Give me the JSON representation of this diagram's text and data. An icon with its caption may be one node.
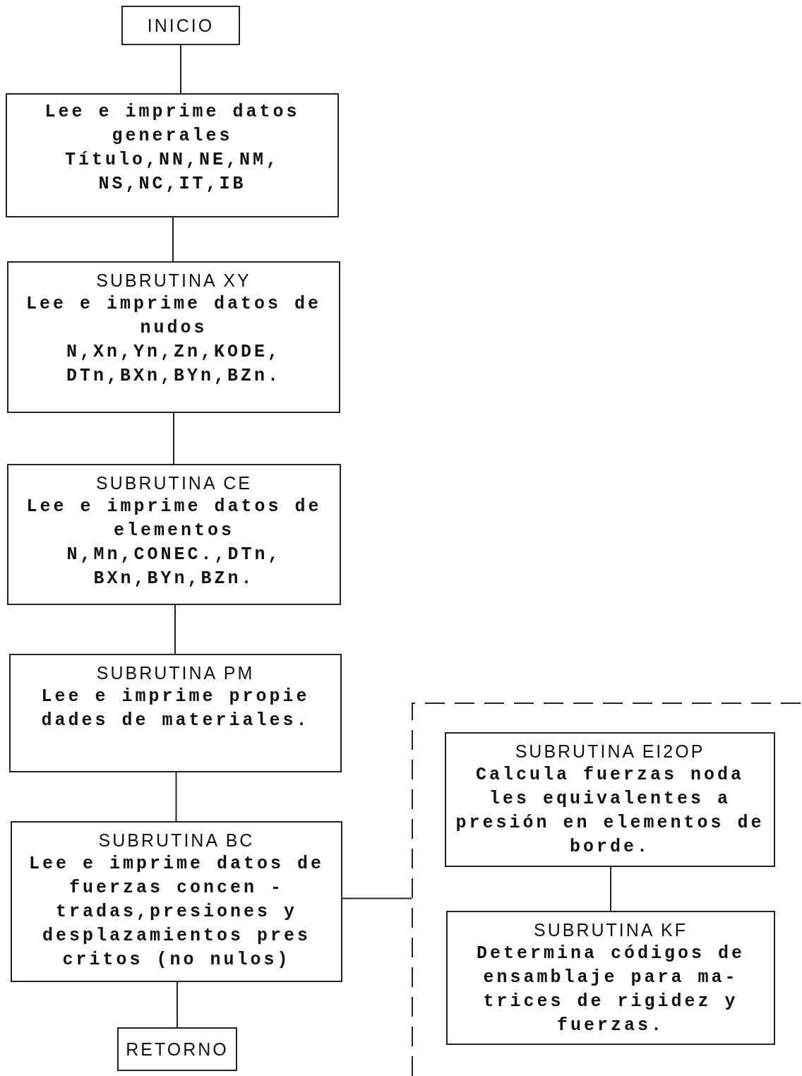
{
  "diagram": {
    "nodes": [
      {
        "text": [
          "INICIO"
        ]
      },
      {
        "text": [
          "Lee e imprime datos generales",
          "Título,NN,NE,NM, NS,NC,IT,IB"
        ]
      },
      {
        "text": [
          "SUBRUTINA XY",
          "Lee e imprime datos de nudos",
          "N,Xn,Yn,Zn,KODE, DTn,BXn,BYn,BZn."
        ]
      },
      {
        "text": [
          "SUBRUTINA CE",
          "Lee e imprime datos de elementos",
          "N,Mn,CONEC.,DTn, BXn,BYn,BZn."
        ]
      },
      {
        "text": [
          "SUBRUTINA PM",
          "Lee e imprime propie dades de materiales."
        ]
      },
      {
        "text": [
          "SUBRUTINA BC",
          "Lee e imprime datos de fuerzas concen - tradas,presiones y desplazamientos pres critos (no nulos)"
        ]
      },
      {
        "text": [
          "RETORNO"
        ]
      },
      {
        "text": [],
        "shape": "box"
      },
      {
        "text": [
          "SUBRUTINA EI2OP",
          "Calcula fuerzas noda les equivalentes a presión en elementos de borde."
        ],
        "in": 7
      },
      {
        "text": [
          "SUBRUTINA KF",
          "Determina códigos de ensamblaje para ma- trices de rigidez y fuerzas."
        ],
        "in": 7
      }
    ],
    "edges": [
      {
        "from": 0,
        "to": 1,
        "arrow": "none"
      },
      {
        "from": 1,
        "to": 2,
        "arrow": "none"
      },
      {
        "from": 2,
        "to": 3,
        "arrow": "none"
      },
      {
        "from": 3,
        "to": 4,
        "arrow": "none"
      },
      {
        "from": 4,
        "to": 5,
        "arrow": "none"
      },
      {
        "from": 5,
        "to": 6,
        "arrow": "none"
      },
      {
        "from": 5,
        "to": 7,
        "arrow": "none"
      },
      {
        "from": 8,
        "to": 9,
        "arrow": "none"
      }
    ]
  }
}
